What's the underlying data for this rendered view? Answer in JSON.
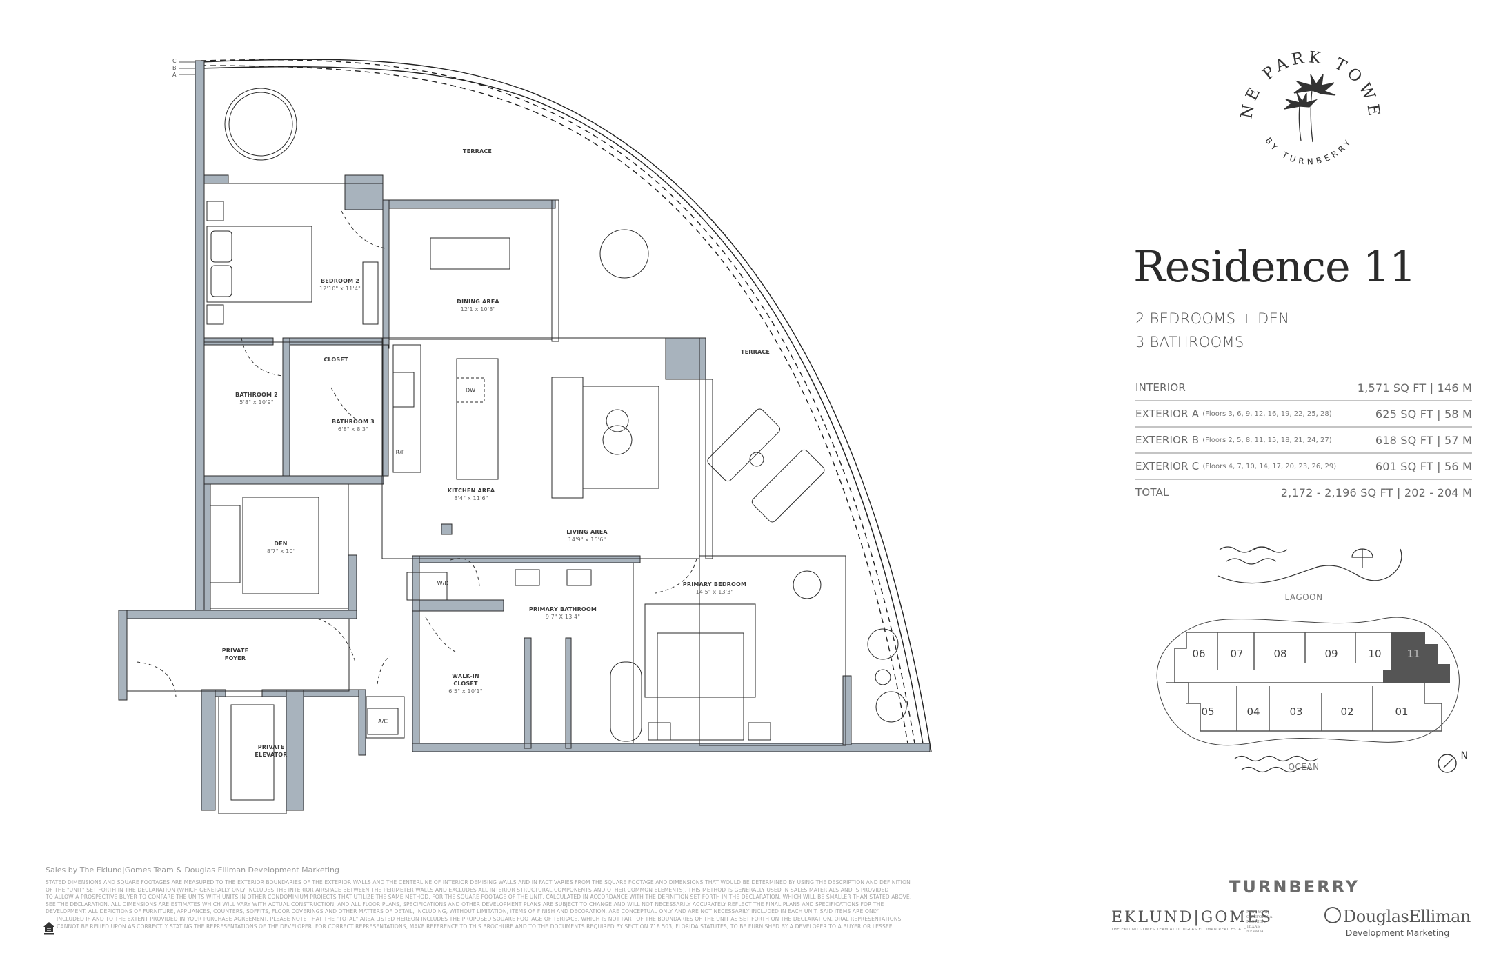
{
  "brand": {
    "logo": {
      "top_text": "ONE PARK TOWER",
      "bottom_text": "BY TURNBERRY",
      "icon": "palm-trees-icon"
    },
    "developer": "TURNBERRY"
  },
  "residence": {
    "title": "Residence 11",
    "bedrooms": "2 BEDROOMS + DEN",
    "bathrooms": "3 BATHROOMS",
    "areas": [
      {
        "label": "INTERIOR",
        "floors": "",
        "value": "1,571 SQ FT  |  146 M"
      },
      {
        "label": "EXTERIOR A",
        "floors": "(Floors 3, 6, 9, 12, 16, 19, 22, 25, 28)",
        "value": "625 SQ FT  |  58 M"
      },
      {
        "label": "EXTERIOR B",
        "floors": "(Floors 2, 5, 8, 11, 15, 18, 21, 24, 27)",
        "value": "618 SQ FT  |  57 M"
      },
      {
        "label": "EXTERIOR C",
        "floors": "(Floors 4, 7, 10, 14, 17, 20, 23, 26, 29)",
        "value": "601 SQ FT  |  56 M"
      },
      {
        "label": "TOTAL",
        "floors": "",
        "value": "2,172 - 2,196 SQ FT  |  202 - 204 M"
      }
    ]
  },
  "floorplan": {
    "exterior_lines": [
      "C",
      "B",
      "A"
    ],
    "rooms": {
      "terrace_top": {
        "name": "TERRACE",
        "dim": ""
      },
      "terrace_right": {
        "name": "TERRACE",
        "dim": ""
      },
      "bedroom2": {
        "name": "BEDROOM 2",
        "dim": "12'10\" x 11'4\""
      },
      "dining": {
        "name": "DINING AREA",
        "dim": "12'1 x 10'8\""
      },
      "closet": {
        "name": "CLOSET",
        "dim": ""
      },
      "bathroom2": {
        "name": "BATHROOM 2",
        "dim": "5'8\" x 10'9\""
      },
      "bathroom3": {
        "name": "BATHROOM 3",
        "dim": "6'8\" x 8'3\""
      },
      "kitchen": {
        "name": "KITCHEN AREA",
        "dim": "8'4\" x 11'6\""
      },
      "living": {
        "name": "LIVING AREA",
        "dim": "14'9\" x 15'6\""
      },
      "den": {
        "name": "DEN",
        "dim": "8'7\" x 10'"
      },
      "primary_bedroom": {
        "name": "PRIMARY BEDROOM",
        "dim": "14'5\" x 13'3\""
      },
      "primary_bathroom": {
        "name": "PRIMARY BATHROOM",
        "dim": "9'7\" X 13'4\""
      },
      "walkin": {
        "name": "WALK-IN CLOSET",
        "dim": "6'5\" x 10'1\""
      },
      "foyer": {
        "name": "PRIVATE FOYER",
        "dim": ""
      },
      "elevator": {
        "name": "PRIVATE ELEVATOR",
        "dim": ""
      }
    },
    "appliances": {
      "dw": "DW",
      "rf": "R/F",
      "wd": "W/D",
      "ac": "A/C"
    },
    "wall_color": "#a8b3bd"
  },
  "site_plan": {
    "lagoon_label": "LAGOON",
    "ocean_label": "OCEAN",
    "north_label": "N",
    "units_top": [
      "06",
      "07",
      "08",
      "09",
      "10",
      "11"
    ],
    "units_bottom": [
      "05",
      "04",
      "03",
      "02",
      "01"
    ],
    "highlighted_unit": "11",
    "highlight_color": "#555555"
  },
  "footer": {
    "sales_by": "Sales by The Eklund|Gomes Team & Douglas Elliman Development Marketing",
    "disclaimer": [
      "STATED DIMENSIONS AND SQUARE FOOTAGES ARE MEASURED TO THE EXTERIOR BOUNDARIES OF THE EXTERIOR WALLS AND THE CENTERLINE OF INTERIOR DEMISING WALLS AND IN FACT VARIES FROM THE SQUARE FOOTAGE AND DIMENSIONS THAT WOULD BE DETERMINED BY USING THE DESCRIPTION AND DEFINITION",
      "OF THE \"UNIT\" SET FORTH IN THE DECLARATION (WHICH GENERALLY ONLY INCLUDES THE INTERIOR AIRSPACE BETWEEN THE PERIMETER WALLS AND EXCLUDES ALL INTERIOR STRUCTURAL COMPONENTS AND OTHER COMMON ELEMENTS). THIS METHOD IS GENERALLY USED IN SALES MATERIALS AND IS PROVIDED",
      "TO ALLOW A PROSPECTIVE BUYER TO COMPARE THE UNITS WITH UNITS IN OTHER CONDOMINIUM PROJECTS THAT UTILIZE THE SAME METHOD. FOR THE SQUARE FOOTAGE OF THE UNIT, CALCULATED IN ACCORDANCE WITH THE DEFINITION SET FORTH IN THE DECLARATION, WHICH WILL BE SMALLER THAN STATED ABOVE,",
      "SEE THE DECLARATION. ALL DIMENSIONS ARE ESTIMATES WHICH WILL VARY WITH ACTUAL CONSTRUCTION, AND ALL FLOOR PLANS, SPECIFICATIONS AND OTHER DEVELOPMENT PLANS ARE SUBJECT TO CHANGE AND WILL NOT NECESSARILY ACCURATELY REFLECT THE FINAL PLANS AND SPECIFICATIONS FOR THE",
      "DEVELOPMENT. ALL DEPICTIONS OF FURNITURE, APPLIANCES, COUNTERS, SOFFITS, FLOOR COVERINGS AND OTHER MATTERS OF DETAIL, INCLUDING, WITHOUT LIMITATION, ITEMS OF FINISH AND DECORATION, ARE CONCEPTUAL ONLY AND ARE NOT NECESSARILY INCLUDED IN EACH UNIT. SAID ITEMS ARE ONLY",
      "INCLUDED IF AND TO THE EXTENT PROVIDED IN YOUR PURCHASE AGREEMENT. PLEASE NOTE THAT THE \"TOTAL\" AREA LISTED HEREON INCLUDES THE PROPOSED SQUARE FOOTAGE OF TERRACE, WHICH IS NOT PART OF THE BOUNDARIES OF THE UNIT AS SET FORTH ON THE DECLARATION. ORAL REPRESENTATIONS",
      "CANNOT BE RELIED UPON AS CORRECTLY STATING THE REPRESENTATIONS OF THE DEVELOPER. FOR CORRECT REPRESENTATIONS, MAKE REFERENCE TO THIS BROCHURE AND TO THE DOCUMENTS REQUIRED BY SECTION 718.503, FLORIDA STATUTES, TO BE FURNISHED BY A DEVELOPER TO A BUYER OR LESSEE."
    ],
    "eklund": {
      "name": "EKLUND|GOMES",
      "subline": "THE EKLUND GOMES TEAM AT DOUGLAS ELLIMAN REAL ESTATE",
      "states": [
        "NEW YORK",
        "CALIFORNIA",
        "FLORIDA",
        "TEXAS",
        "NEVADA"
      ]
    },
    "douglas": {
      "name": "DouglasElliman",
      "sub": "Development Marketing"
    },
    "equal_housing_icon": "equal-housing-opportunity-icon"
  }
}
